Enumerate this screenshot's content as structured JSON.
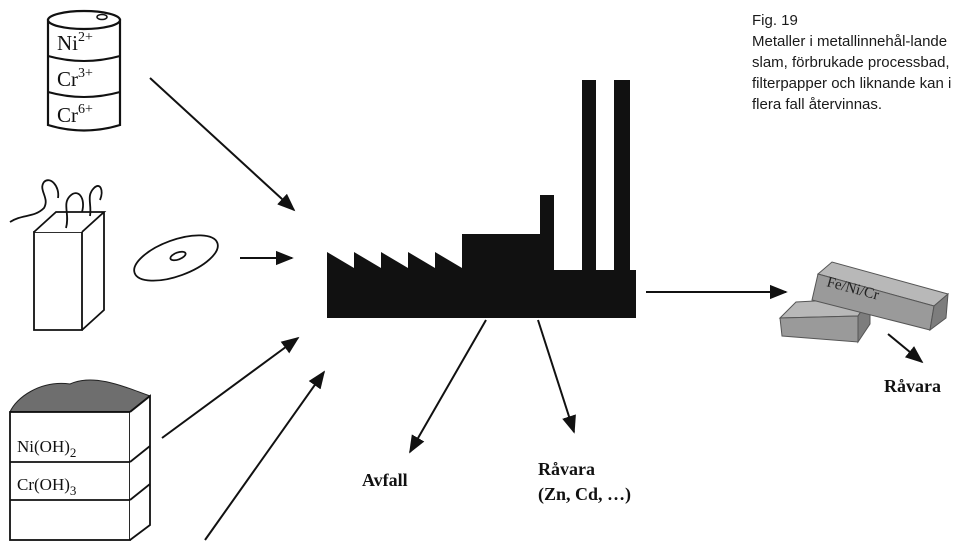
{
  "caption": {
    "fig_label": "Fig. 19",
    "text": "Metaller i metallinnehål-lande slam, förbrukade processbad, filterpapper och liknande kan i flera fall återvinnas."
  },
  "barrel": {
    "ni_symbol": "Ni",
    "ni_charge": "2+",
    "cr3_symbol": "Cr",
    "cr3_charge": "3+",
    "cr6_symbol": "Cr",
    "cr6_charge": "6+"
  },
  "sludge_box": {
    "row1_base": "Ni(OH)",
    "row1_sub": "2",
    "row2_base": "Cr(OH)",
    "row2_sub": "3"
  },
  "ingot": {
    "label": "Fe/Ni/Cr"
  },
  "outputs": {
    "waste": "Avfall",
    "raw_material": "Råvara",
    "raw_material_detail": "(Zn, Cd, …)",
    "ingot_raw_material": "Råvara"
  },
  "colors": {
    "ink": "#111111",
    "ingot_fill": "#9a9a9a",
    "ingot_top": "#b8b8b8",
    "sludge": "#6e6e6e"
  }
}
